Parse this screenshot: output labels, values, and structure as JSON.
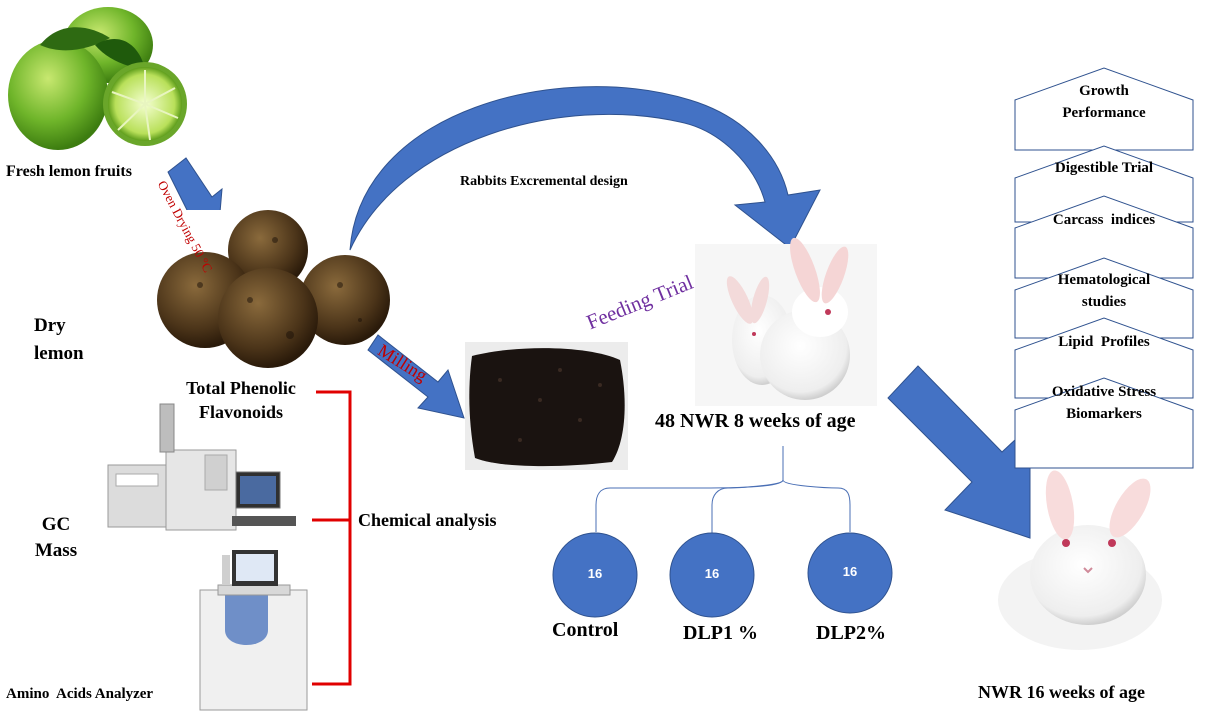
{
  "labels": {
    "fresh_lemon": "Fresh lemon fruits",
    "oven_drying": "Oven Drying 50 °C",
    "dry_lemon": "Dry\nlemon",
    "total_phenolic": "Total Phenolic\nFlavonoids",
    "milling": "Milling",
    "feeding_trial": "Feeding Trial",
    "design": "Rabbits Excremental design",
    "nwr8": "48 NWR 8 weeks of age",
    "gc_mass": "GC\nMass",
    "chemical_analysis": "Chemical analysis",
    "amino_acids": "Amino  Acids Analyzer",
    "nwr16": "NWR 16 weeks of age"
  },
  "groups": [
    {
      "count": "16",
      "label": "Control"
    },
    {
      "count": "16",
      "label": "DLP1 %"
    },
    {
      "count": "16",
      "label": "DLP2%"
    }
  ],
  "outcomes": [
    "Growth\nPerformance",
    "Digestible Trial",
    "Carcass  indices",
    "Hematological\nstudies",
    "Lipid  Profiles",
    "Oxidative Stress\nBiomarkers"
  ],
  "colors": {
    "arrow_blue": "#4472c4",
    "arrow_stroke": "#2f528f",
    "bracket_red": "#e00000",
    "tree_line": "#4a6fb5",
    "oven_text": "#c00000",
    "feeding_text": "#7030a0",
    "milling_text": "#c00000"
  },
  "icons": [
    "lemon-icon",
    "dried-lemon-icon",
    "powder-icon",
    "gc-mass-instrument-icon",
    "amino-analyzer-icon",
    "rabbit-icon"
  ]
}
